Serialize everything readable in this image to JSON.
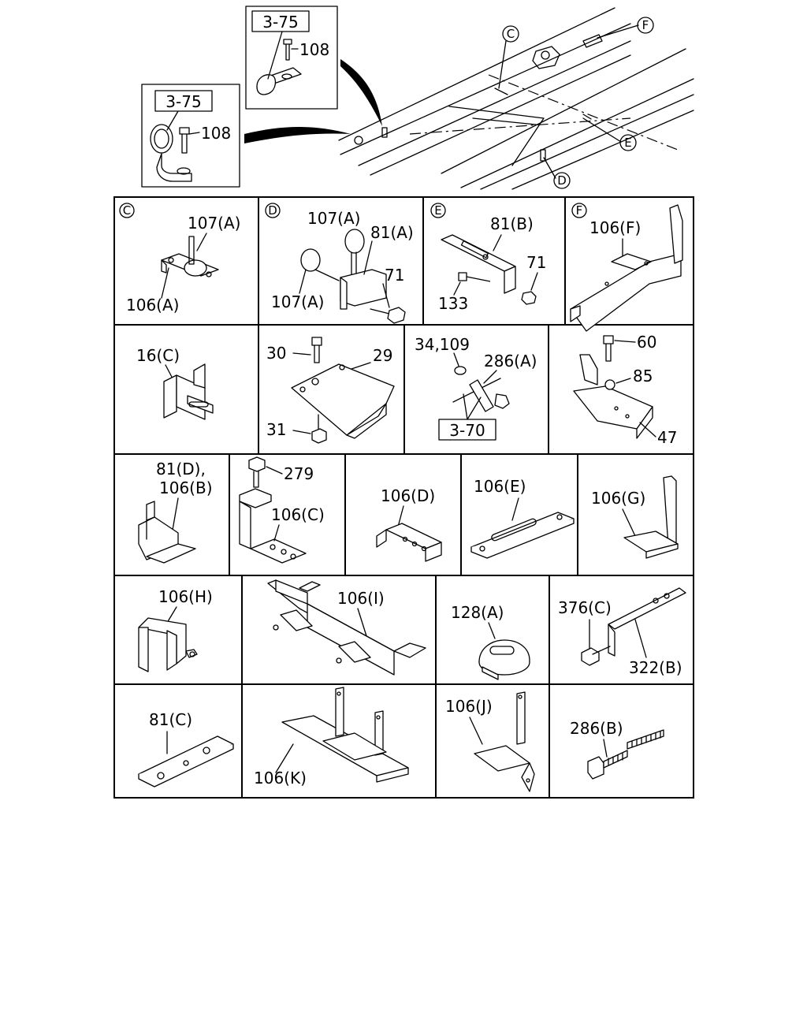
{
  "insets": [
    {
      "ref": "3-75",
      "part": "108"
    },
    {
      "ref": "3-75",
      "part": "108"
    }
  ],
  "frame_callouts": [
    "C",
    "F",
    "E",
    "D"
  ],
  "cells": [
    {
      "letter": "C",
      "labels": [
        "107(A)",
        "106(A)"
      ]
    },
    {
      "letter": "D",
      "labels": [
        "107(A)",
        "81(A)",
        "71",
        "107(A)"
      ]
    },
    {
      "letter": "E",
      "labels": [
        "81(B)",
        "71",
        "133"
      ]
    },
    {
      "letter": "F",
      "labels": [
        "106(F)"
      ]
    },
    {
      "labels": [
        "16(C)"
      ]
    },
    {
      "labels": [
        "30",
        "29",
        "31"
      ]
    },
    {
      "labels": [
        "34,109",
        "286(A)"
      ],
      "ref": "3-70"
    },
    {
      "labels": [
        "60",
        "85",
        "47"
      ]
    },
    {
      "labels": [
        "81(D),",
        "106(B)"
      ]
    },
    {
      "labels": [
        "279",
        "106(C)"
      ]
    },
    {
      "labels": [
        "106(D)"
      ]
    },
    {
      "labels": [
        "106(E)"
      ]
    },
    {
      "labels": [
        "106(G)"
      ]
    },
    {
      "labels": [
        "106(H)"
      ]
    },
    {
      "labels": [
        "106(I)"
      ]
    },
    {
      "labels": [
        "128(A)"
      ]
    },
    {
      "labels": [
        "376(C)",
        "322(B)"
      ]
    },
    {
      "labels": [
        "81(C)"
      ]
    },
    {
      "labels": [
        "106(K)"
      ]
    },
    {
      "labels": [
        "106(J)"
      ]
    },
    {
      "labels": [
        "286(B)"
      ]
    }
  ]
}
